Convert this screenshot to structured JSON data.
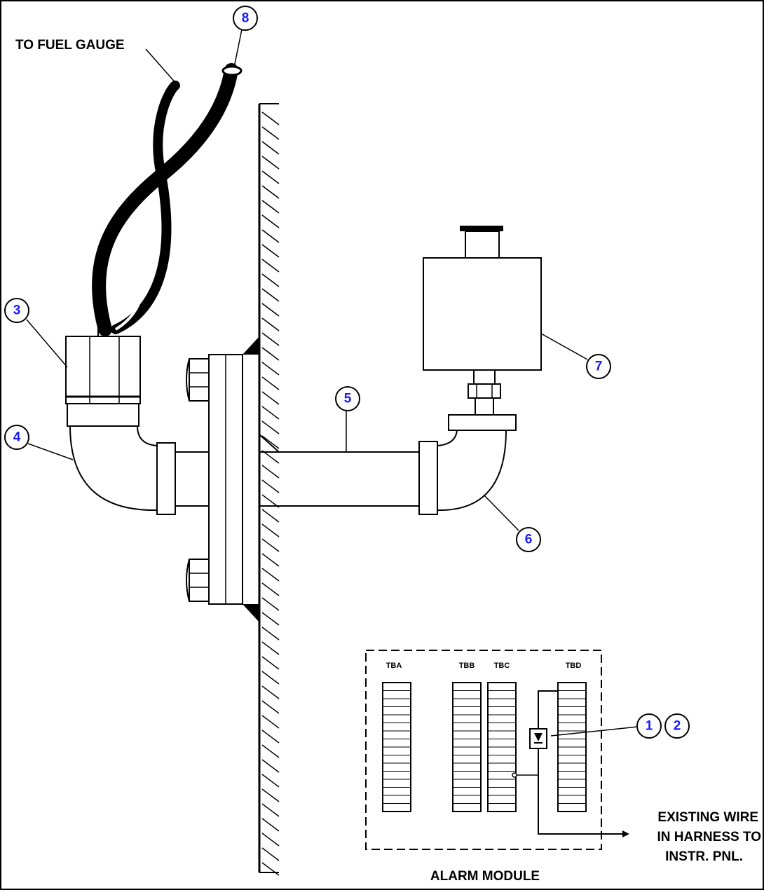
{
  "labels": {
    "to_fuel_gauge": "TO FUEL GAUGE",
    "existing_wire_line1": "EXISTING WIRE",
    "existing_wire_line2": "IN HARNESS TO",
    "existing_wire_line3": "INSTR. PNL.",
    "alarm_module": "ALARM MODULE"
  },
  "terminal_blocks": [
    "TBA",
    "TBB",
    "TBC",
    "TBD"
  ],
  "callouts": [
    "1",
    "2",
    "3",
    "4",
    "5",
    "6",
    "7",
    "8"
  ],
  "colors": {
    "line": "#000000",
    "callout_number": "#1a1aff",
    "background": "#ffffff"
  }
}
